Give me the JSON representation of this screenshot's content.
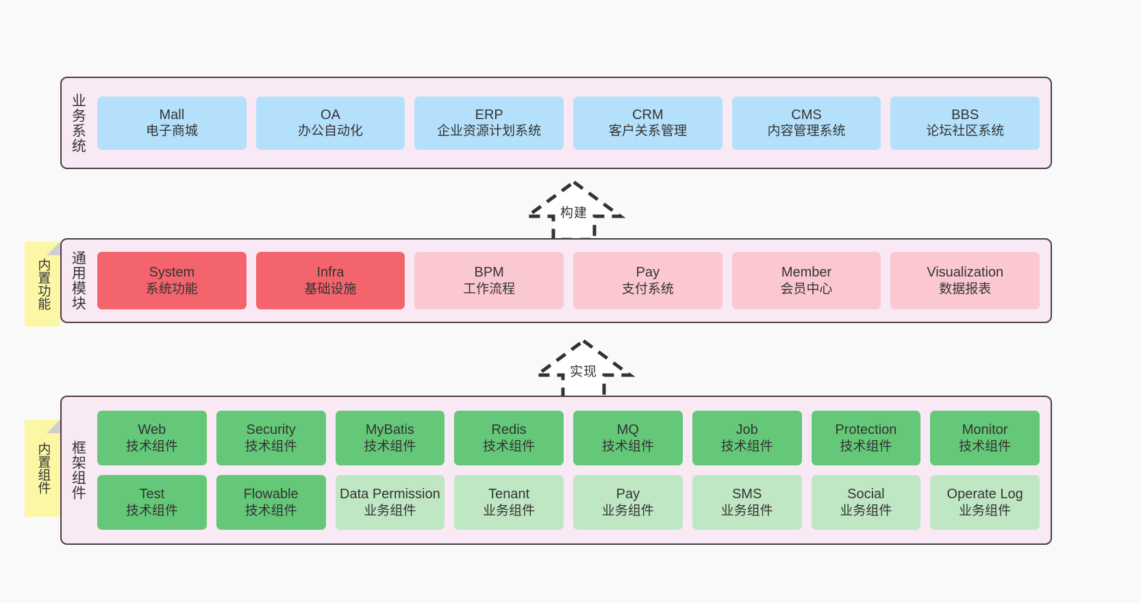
{
  "diagram": {
    "background_color": "#f9f9f9",
    "layer_fill": "#f8e9f4",
    "layer_border": "#4a3c45",
    "sticky_color": "#fbf7a4",
    "colors": {
      "business_system": "#b5e0fb",
      "core_module_active": "#f3646c",
      "core_module_plan": "#fbc8d2",
      "tech_component": "#64c878",
      "biz_component": "#bfe7c4"
    }
  },
  "layers": [
    {
      "id": "business-system",
      "title": "业务系统",
      "sticky": null,
      "rows": [
        [
          {
            "en": "Mall",
            "cn": "电子商城",
            "style": "node-blue"
          },
          {
            "en": "OA",
            "cn": "办公自动化",
            "style": "node-blue"
          },
          {
            "en": "ERP",
            "cn": "企业资源计划系统",
            "style": "node-blue"
          },
          {
            "en": "CRM",
            "cn": "客户关系管理",
            "style": "node-blue"
          },
          {
            "en": "CMS",
            "cn": "内容管理系统",
            "style": "node-blue"
          },
          {
            "en": "BBS",
            "cn": "论坛社区系统",
            "style": "node-blue"
          }
        ]
      ]
    },
    {
      "id": "common-module",
      "title": "通用模块",
      "sticky": "内置功能",
      "rows": [
        [
          {
            "en": "System",
            "cn": "系统功能",
            "style": "node-red"
          },
          {
            "en": "Infra",
            "cn": "基础设施",
            "style": "node-red"
          },
          {
            "en": "BPM",
            "cn": "工作流程",
            "style": "node-pink"
          },
          {
            "en": "Pay",
            "cn": "支付系统",
            "style": "node-pink"
          },
          {
            "en": "Member",
            "cn": "会员中心",
            "style": "node-pink"
          },
          {
            "en": "Visualization",
            "cn": "数据报表",
            "style": "node-pink"
          }
        ]
      ]
    },
    {
      "id": "framework-component",
      "title": "框架组件",
      "sticky": "内置组件",
      "rows": [
        [
          {
            "en": "Web",
            "cn": "技术组件",
            "style": "node-green"
          },
          {
            "en": "Security",
            "cn": "技术组件",
            "style": "node-green"
          },
          {
            "en": "MyBatis",
            "cn": "技术组件",
            "style": "node-green"
          },
          {
            "en": "Redis",
            "cn": "技术组件",
            "style": "node-green"
          },
          {
            "en": "MQ",
            "cn": "技术组件",
            "style": "node-green"
          },
          {
            "en": "Job",
            "cn": "技术组件",
            "style": "node-green"
          },
          {
            "en": "Protection",
            "cn": "技术组件",
            "style": "node-green"
          },
          {
            "en": "Monitor",
            "cn": "技术组件",
            "style": "node-green"
          }
        ],
        [
          {
            "en": "Test",
            "cn": "技术组件",
            "style": "node-green"
          },
          {
            "en": "Flowable",
            "cn": "技术组件",
            "style": "node-green"
          },
          {
            "en": "Data Permission",
            "cn": "业务组件",
            "style": "node-lgreen",
            "wrap": true
          },
          {
            "en": "Tenant",
            "cn": "业务组件",
            "style": "node-lgreen"
          },
          {
            "en": "Pay",
            "cn": "业务组件",
            "style": "node-lgreen"
          },
          {
            "en": "SMS",
            "cn": "业务组件",
            "style": "node-lgreen"
          },
          {
            "en": "Social",
            "cn": "业务组件",
            "style": "node-lgreen"
          },
          {
            "en": "Operate Log",
            "cn": "业务组件",
            "style": "node-lgreen"
          }
        ]
      ]
    }
  ],
  "arrows": [
    {
      "id": "build-arrow",
      "label": "构建"
    },
    {
      "id": "implement-arrow",
      "label": "实现"
    }
  ]
}
